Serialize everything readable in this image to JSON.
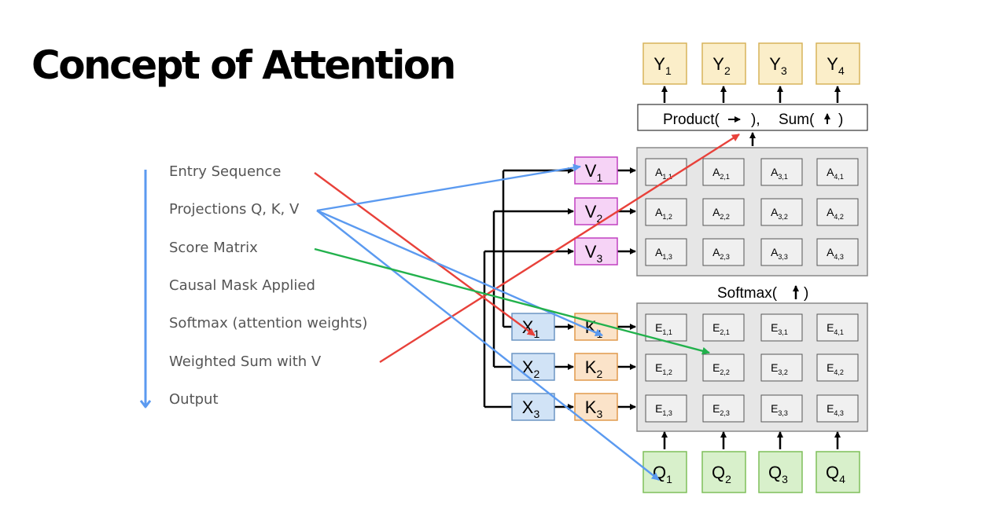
{
  "slide": {
    "title": "Concept of Attention"
  },
  "steps": [
    "Entry Sequence",
    "Projections Q, K, V",
    "Score Matrix",
    "Causal Mask Applied",
    "Softmax (attention weights)",
    "Weighted Sum with V",
    "Output"
  ],
  "diagram": {
    "outputs": [
      [
        "Y",
        "1"
      ],
      [
        "Y",
        "2"
      ],
      [
        "Y",
        "3"
      ],
      [
        "Y",
        "4"
      ]
    ],
    "values": [
      [
        "V",
        "1"
      ],
      [
        "V",
        "2"
      ],
      [
        "V",
        "3"
      ]
    ],
    "inputs": [
      [
        "X",
        "1"
      ],
      [
        "X",
        "2"
      ],
      [
        "X",
        "3"
      ]
    ],
    "keys": [
      [
        "K",
        "1"
      ],
      [
        "K",
        "2"
      ],
      [
        "K",
        "3"
      ]
    ],
    "queries": [
      [
        "Q",
        "1"
      ],
      [
        "Q",
        "2"
      ],
      [
        "Q",
        "3"
      ],
      [
        "Q",
        "4"
      ]
    ],
    "attention_prefix": "A",
    "energy_prefix": "E",
    "product_label_1": "Product(",
    "product_label_2": "),",
    "sum_label_1": "Sum(",
    "sum_label_2": ")",
    "softmax_label_1": "Softmax(",
    "softmax_label_2": ")"
  },
  "colors": {
    "output_fill": "#fbeec9",
    "output_stroke": "#d7b35a",
    "value_fill": "#f6d3f6",
    "value_stroke": "#c040c0",
    "input_fill": "#d1e3f6",
    "input_stroke": "#6c95c4",
    "key_fill": "#fbe3c9",
    "key_stroke": "#e19a4c",
    "query_fill": "#d8f0cb",
    "query_stroke": "#7fbf5a",
    "matrix_fill": "#e6e6e6",
    "matrix_stroke": "#888888",
    "cell_fill": "#f0f0f0",
    "red_arrow": "#e8413a",
    "blue_arrow": "#5b9af0",
    "green_arrow": "#22b14c"
  }
}
